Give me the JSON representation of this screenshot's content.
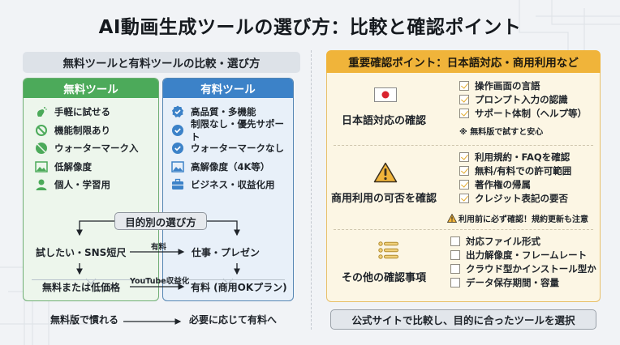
{
  "title": "AI動画生成ツールの選び方：比較と確認ポイント",
  "left": {
    "header": "無料ツールと有料ツールの比較・選び方",
    "free": {
      "title": "無料ツール",
      "color": "#4caa5a",
      "items": [
        {
          "icon": "hand-tap-icon",
          "label": "手軽に試せる"
        },
        {
          "icon": "prohibited-icon",
          "label": "機能制限あり"
        },
        {
          "icon": "watermark-off-icon",
          "label": "ウォーターマーク入"
        },
        {
          "icon": "image-icon",
          "label": "低解像度"
        },
        {
          "icon": "person-icon",
          "label": "個人・学習用"
        }
      ]
    },
    "paid": {
      "title": "有料ツール",
      "color": "#3c82c8",
      "items": [
        {
          "icon": "verified-badge-icon",
          "label": "高品質・多機能"
        },
        {
          "icon": "check-circle-icon",
          "label": "制限なし・優先サポート"
        },
        {
          "icon": "check-circle-icon",
          "label": "ウォーターマークなし"
        },
        {
          "icon": "image-icon",
          "label": "高解像度（4K等）"
        },
        {
          "icon": "briefcase-icon",
          "label": "ビジネス・収益化用"
        }
      ]
    },
    "flow": {
      "center": "目的別の選び方",
      "left_top": "試したい・SNS短尺",
      "left_bottom": "無料または低価格",
      "right_top": "仕事・プレゼン",
      "right_bottom": "有料 (商用OKプラン)",
      "arrow_top_label": "有料",
      "arrow_bottom_label": "YouTube収益化"
    },
    "bottom": {
      "from": "無料版で慣れる",
      "to": "必要に応じて有料へ"
    }
  },
  "right": {
    "header": "重要確認ポイント：日本語対応・商用利用など",
    "accent": "#f0b43a",
    "sections": [
      {
        "title": "日本語対応の確認",
        "icon": "japan-flag-icon",
        "items": [
          {
            "label": "操作画面の言語",
            "checked": true
          },
          {
            "label": "プロンプト入力の認識",
            "checked": true
          },
          {
            "label": "サポート体制（ヘルプ等）",
            "checked": true
          }
        ],
        "note": "※ 無料版で試すと安心"
      },
      {
        "title": "商用利用の可否を確認",
        "icon": "warning-icon",
        "items": [
          {
            "label": "利用規約・FAQを確認",
            "checked": true
          },
          {
            "label": "無料/有料での許可範囲",
            "checked": true
          },
          {
            "label": "著作権の帰属",
            "checked": true
          },
          {
            "label": "クレジット表記の要否",
            "checked": true
          }
        ],
        "note": "利用前に必ず確認！規約更新も注意"
      },
      {
        "title": "その他の確認事項",
        "icon": "list-icon",
        "items": [
          {
            "label": "対応ファイル形式",
            "checked": false
          },
          {
            "label": "出力解像度・フレームレート",
            "checked": false
          },
          {
            "label": "クラウド型かインストール型か",
            "checked": false
          },
          {
            "label": "データ保存期間・容量",
            "checked": false
          }
        ]
      }
    ],
    "footer": "公式サイトで比較し、目的に合ったツールを選択"
  }
}
